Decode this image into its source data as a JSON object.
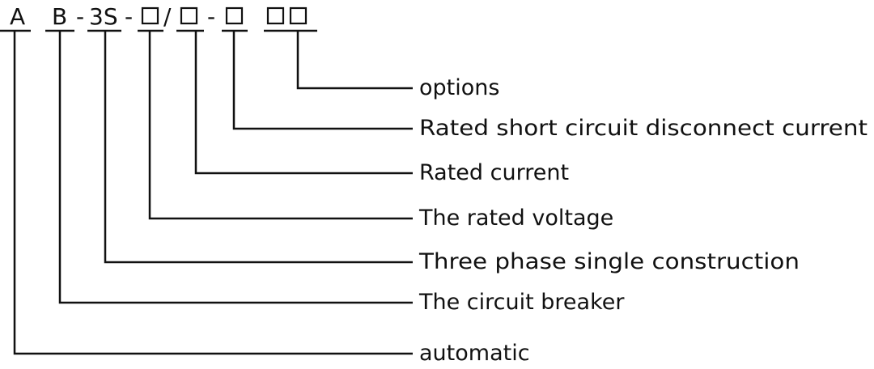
{
  "model_code": {
    "segments": [
      {
        "id": "A",
        "text": "A"
      },
      {
        "id": "B",
        "text": "B"
      },
      {
        "id": "sep1",
        "text": "-"
      },
      {
        "id": "3S",
        "text": "3S"
      },
      {
        "id": "sep2",
        "text": "-"
      },
      {
        "id": "box1",
        "text": "□"
      },
      {
        "id": "slash",
        "text": "/"
      },
      {
        "id": "box2",
        "text": "□"
      },
      {
        "id": "sep3",
        "text": "-"
      },
      {
        "id": "box3",
        "text": "□"
      },
      {
        "id": "box4",
        "text": "□"
      },
      {
        "id": "box5",
        "text": "□"
      }
    ]
  },
  "labels": [
    {
      "text": "options"
    },
    {
      "text": "Rated short circuit disconnect current"
    },
    {
      "text": "Rated current"
    },
    {
      "text": "The rated voltage"
    },
    {
      "text": "Three phase single construction"
    },
    {
      "text": "The circuit breaker"
    },
    {
      "text": "automatic"
    }
  ]
}
